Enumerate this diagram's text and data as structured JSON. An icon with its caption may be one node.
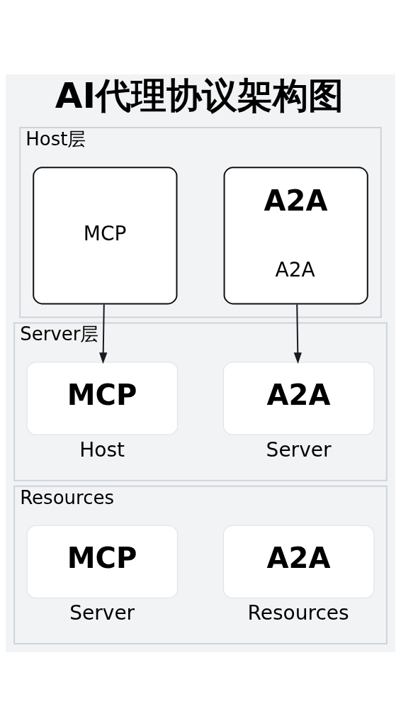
{
  "diagram": {
    "title": "AI代理协议架构图",
    "nodes": [
      {
        "text": [
          "Host层"
        ]
      },
      {
        "text": [
          "MCP"
        ],
        "in": 0
      },
      {
        "text": [
          "A2A",
          "A2A"
        ],
        "in": 0
      },
      {
        "text": [
          "Server层"
        ]
      },
      {
        "text": [
          "MCP"
        ],
        "in": 3,
        "beside": [
          "Host"
        ]
      },
      {
        "text": [
          "A2A"
        ],
        "in": 3,
        "beside": [
          "Server"
        ]
      },
      {
        "text": [
          "Resources"
        ]
      },
      {
        "text": [
          "MCP"
        ],
        "in": 6,
        "beside": [
          "Server"
        ]
      },
      {
        "text": [
          "A2A"
        ],
        "in": 6,
        "beside": [
          "Resources"
        ]
      }
    ],
    "edges": [
      {
        "from": 1,
        "to": 4,
        "arrow": "to"
      },
      {
        "from": 2,
        "to": 5,
        "arrow": "to"
      }
    ]
  }
}
